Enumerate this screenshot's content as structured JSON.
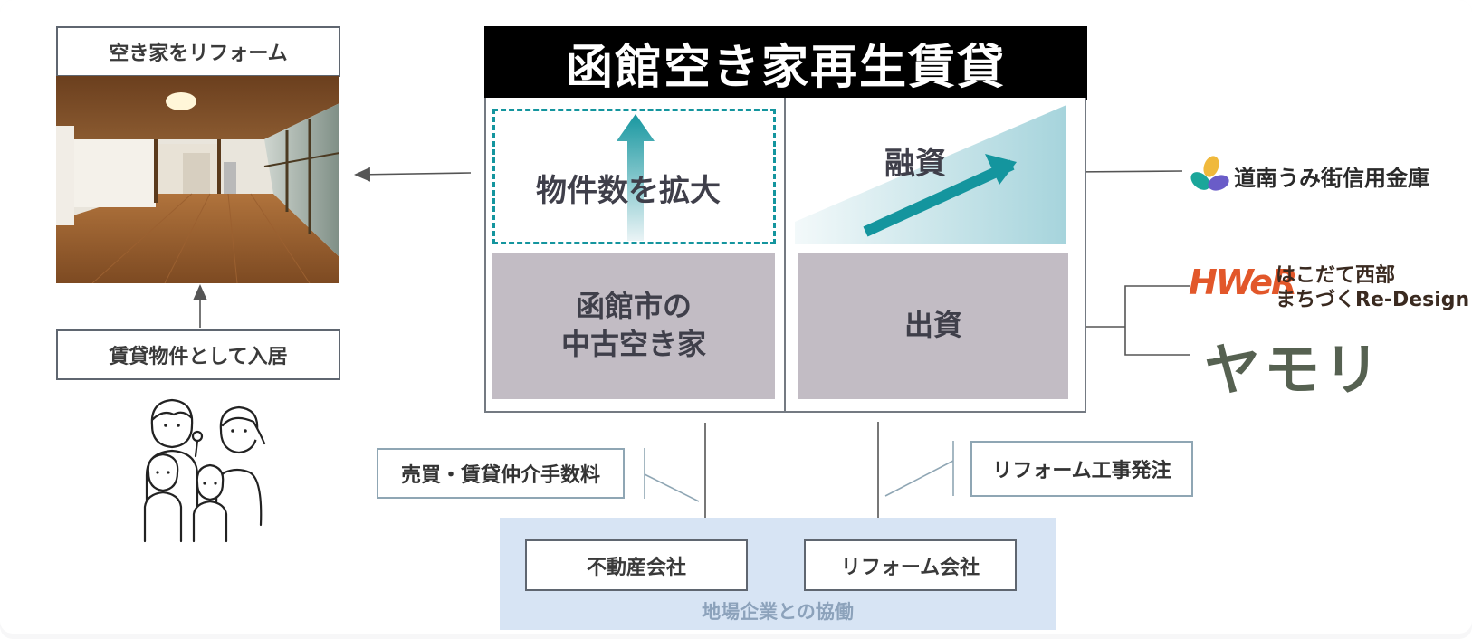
{
  "left": {
    "reform_label": "空き家をリフォーム",
    "move_in_label": "賃貸物件として入居"
  },
  "main": {
    "title": "函館空き家再生賃貸",
    "expand_label": "物件数を拡大",
    "loan_label": "融資",
    "houses_label": "函館市の\n中古空き家",
    "investment_label": "出資"
  },
  "bottom": {
    "brokerage_fee": "売買・賃貸仲介手数料",
    "reform_order": "リフォーム工事発注",
    "real_estate_company": "不動産会社",
    "reform_company": "リフォーム会社",
    "collaboration": "地場企業との協働"
  },
  "partners": {
    "bank_name": "道南うみ街信用金庫",
    "hwer_logo_text": "HWeR",
    "hwer_name_line1": "はこだて西部",
    "hwer_name_line2": "まちづくRe-Design",
    "yamori_logo_text": "ヤモリ"
  },
  "colors": {
    "accent_teal": "#14959e",
    "gray_cell": "#c2bcc4",
    "collab_bg": "#d7e4f4"
  }
}
